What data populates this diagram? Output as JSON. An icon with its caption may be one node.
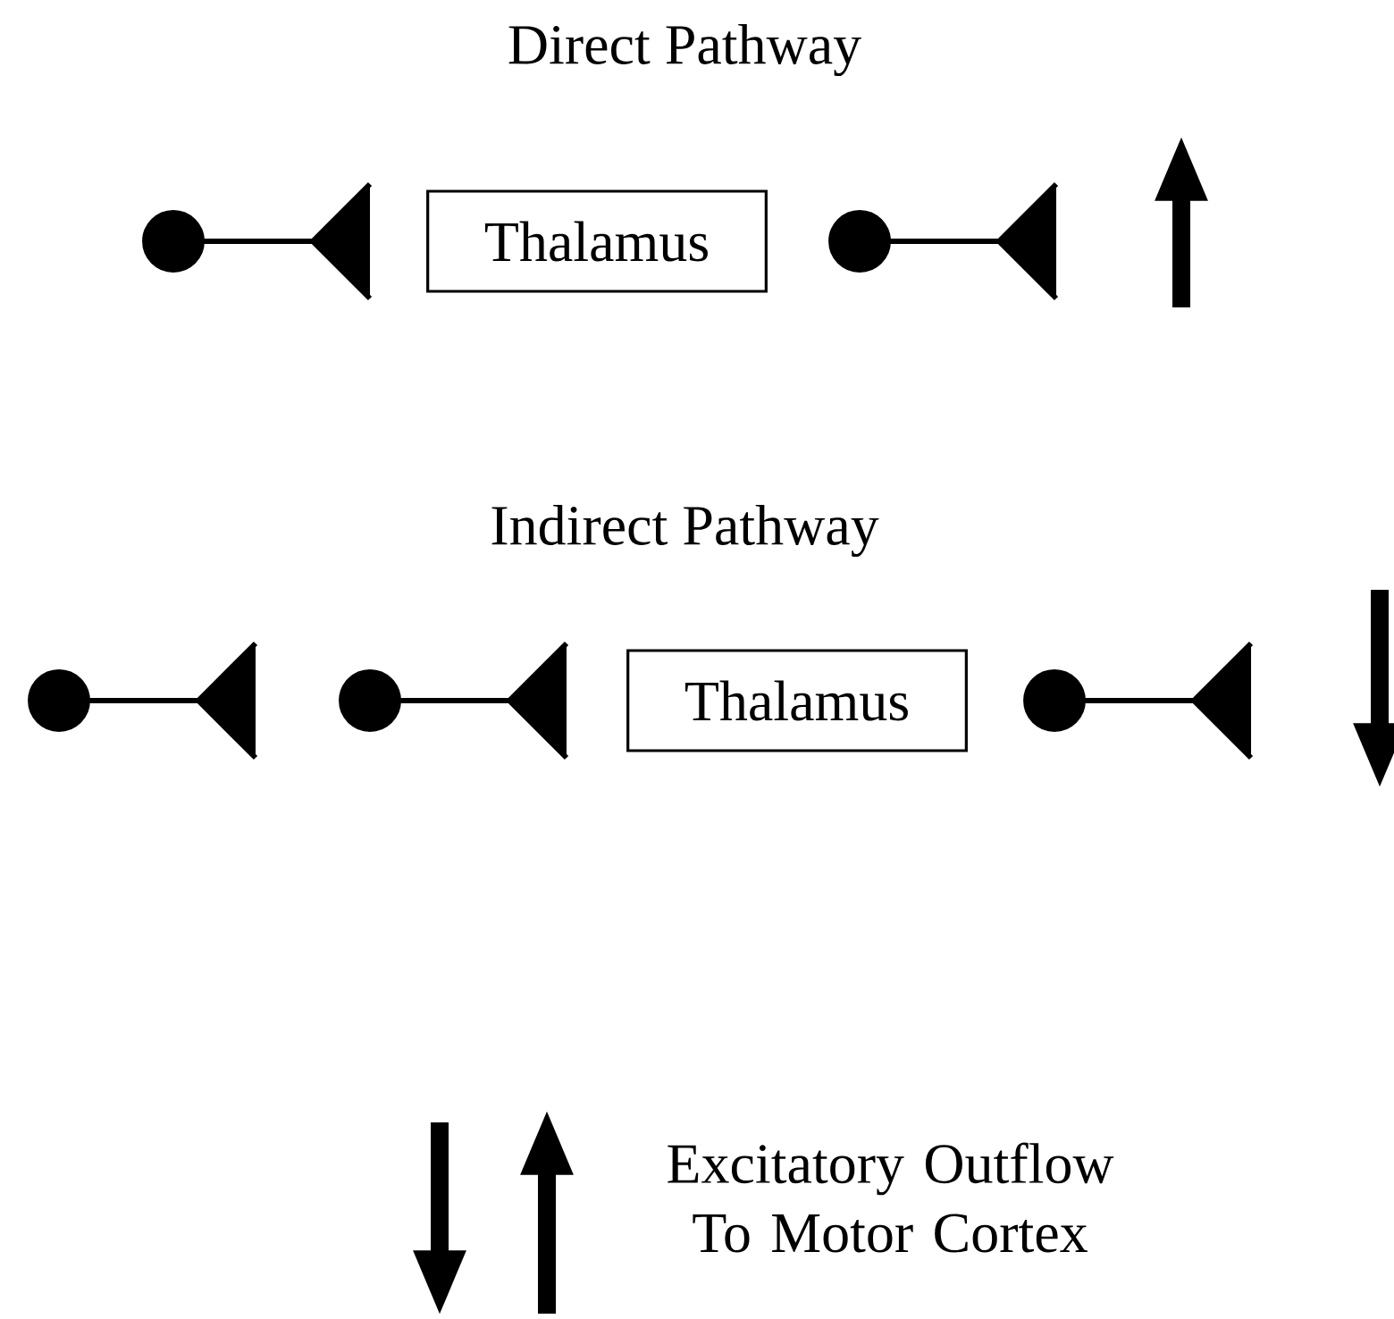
{
  "diagram": {
    "nodes": [
      {
        "text": [
          "Thalamus"
        ]
      },
      {
        "text": [
          "Thalamus"
        ]
      }
    ],
    "labels": [
      "Direct Pathway",
      "Indirect Pathway"
    ],
    "legend": [
      {
        "text": "Excitatory Outflow To Motor Cortex"
      }
    ]
  }
}
